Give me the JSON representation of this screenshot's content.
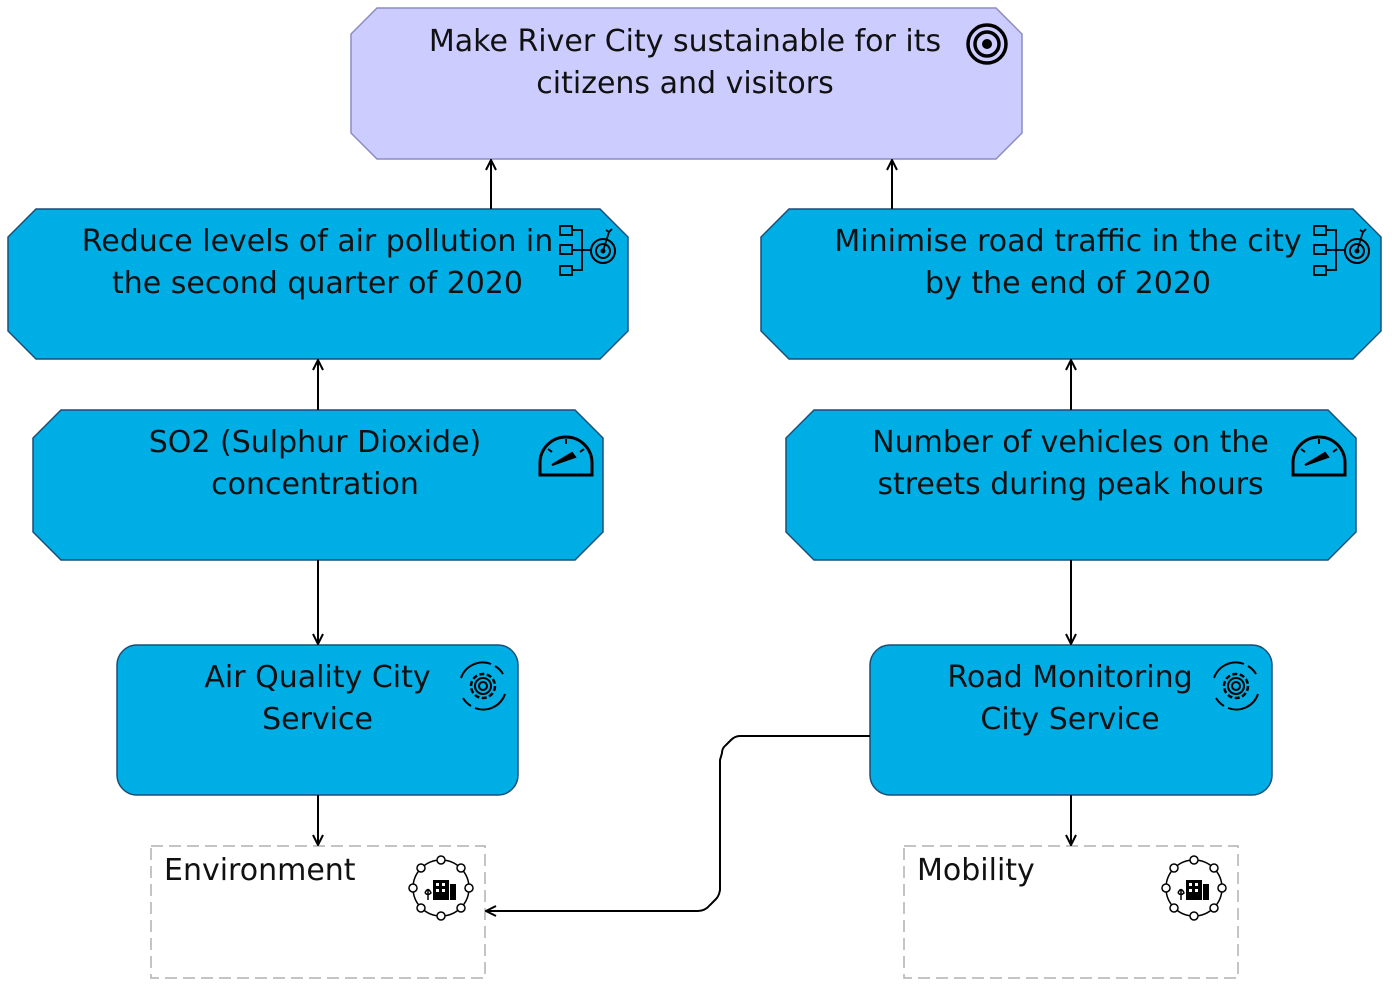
{
  "goal": {
    "label": "Make River City sustainable for its citizens and visitors",
    "icon": "target-icon",
    "fill": "#ccccff"
  },
  "objectives": [
    {
      "label": "Reduce levels of air pollution in the second quarter of 2020",
      "icon": "objective-target-icon"
    },
    {
      "label": "Minimise road traffic in the city by the end of 2020",
      "icon": "objective-target-icon"
    }
  ],
  "indicators": [
    {
      "label": "SO2 (Sulphur Dioxide) concentration",
      "icon": "gauge-icon"
    },
    {
      "label": "Number of vehicles on the streets during peak hours",
      "icon": "gauge-icon"
    }
  ],
  "services": [
    {
      "label": "Air Quality City Service",
      "icon": "service-gear-icon"
    },
    {
      "label": "Road Monitoring City Service",
      "icon": "service-gear-icon"
    }
  ],
  "domains": [
    {
      "label": "Environment",
      "icon": "smart-city-icon"
    },
    {
      "label": "Mobility",
      "icon": "smart-city-icon"
    }
  ],
  "colors": {
    "element_fill": "#00aee6",
    "goal_fill": "#ccccff",
    "stroke": "#000000"
  }
}
